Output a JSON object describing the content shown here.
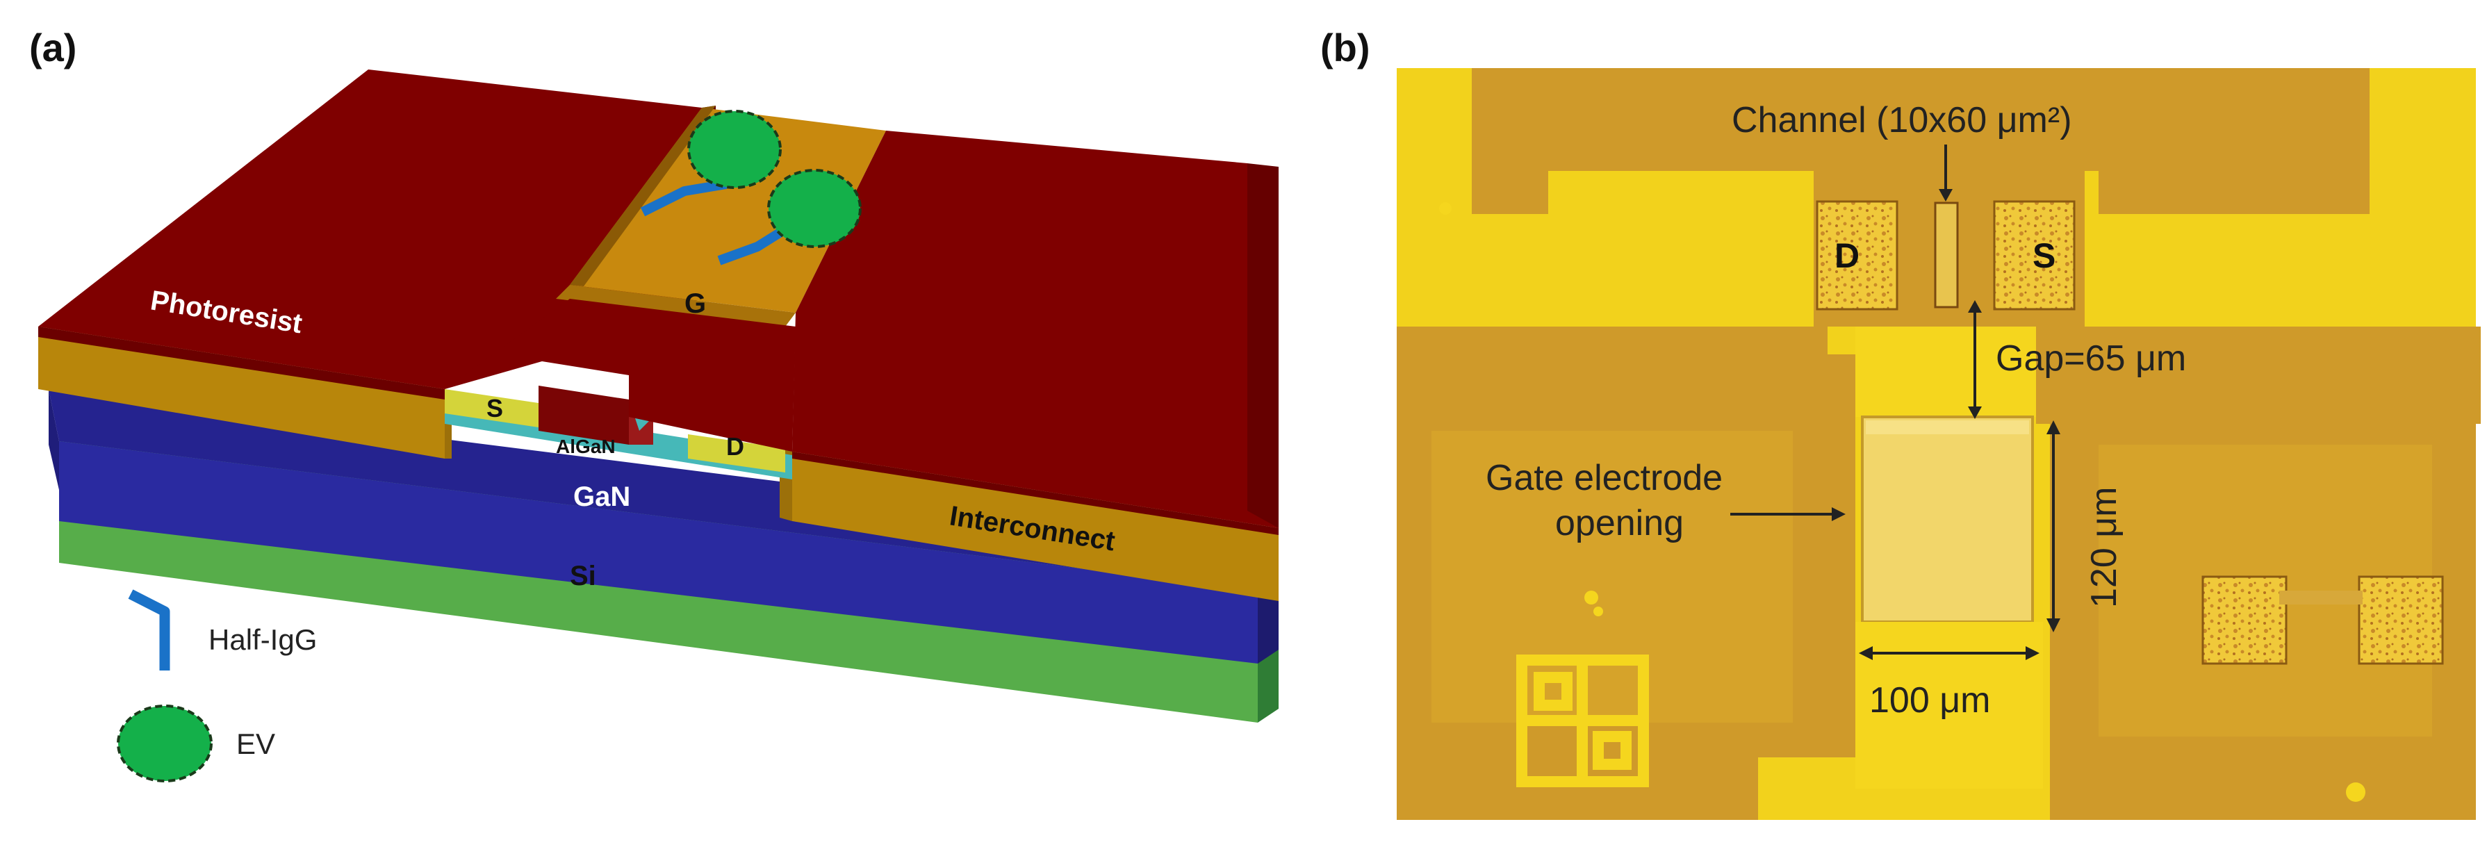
{
  "panel_a": {
    "label": "(a)",
    "layers": {
      "photoresist": "Photoresist",
      "gate": "G",
      "source": "S",
      "drain": "D",
      "barrier": "AlGaN",
      "buffer": "GaN",
      "substrate": "Si",
      "interconnect": "Interconnect"
    },
    "legend": {
      "antibody": "Half-IgG",
      "vesicle": "EV"
    },
    "colors": {
      "photoresist": "#7f0000",
      "interconnect": "#b8860b",
      "gan": "#25238f",
      "si": "#3f9c45",
      "algan": "#46b8b8",
      "contact": "#c8c832",
      "ev": "#14b04a",
      "igg": "#1a72c8"
    }
  },
  "panel_b": {
    "label": "(b)",
    "annotations": {
      "channel": "Channel (10x60 μm²)",
      "drain": "D",
      "source": "S",
      "gap": "Gap=65 μm",
      "opening_line1": "Gate electrode",
      "opening_line2": "opening",
      "height": "120 μm",
      "width": "100 μm"
    },
    "colors": {
      "bright_gold": "#f2d21c",
      "dark_gold": "#cf9a2a"
    }
  }
}
